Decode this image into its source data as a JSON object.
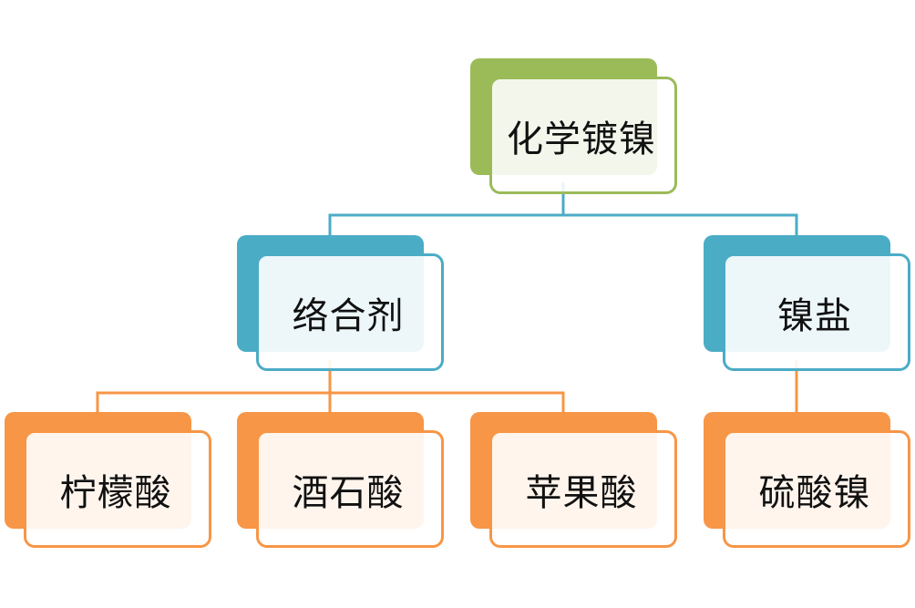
{
  "colors": {
    "root": "#9BBB59",
    "level2": "#4BACC6",
    "level3": "#F79646"
  },
  "root": {
    "label": "化学镀镍"
  },
  "level2": [
    {
      "label": "络合剂"
    },
    {
      "label": "镍盐"
    }
  ],
  "level3": [
    {
      "label": "柠檬酸"
    },
    {
      "label": "酒石酸"
    },
    {
      "label": "苹果酸"
    },
    {
      "label": "硫酸镍"
    }
  ]
}
